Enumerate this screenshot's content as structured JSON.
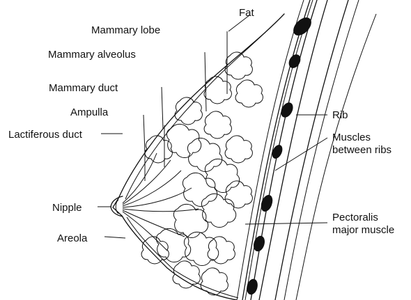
{
  "diagram": {
    "labels": {
      "fat": "Fat",
      "mammary_lobe": "Mammary lobe",
      "mammary_alveolus": "Mammary alveolus",
      "mammary_duct": "Mammary duct",
      "ampulla": "Ampulla",
      "lactiferous_duct": "Lactiferous duct",
      "nipple": "Nipple",
      "areola": "Areola",
      "rib": "Rib",
      "muscles_between_ribs_line1": "Muscles",
      "muscles_between_ribs_line2": "between ribs",
      "pectoralis_line1": "Pectoralis",
      "pectoralis_line2": "major muscle"
    }
  }
}
